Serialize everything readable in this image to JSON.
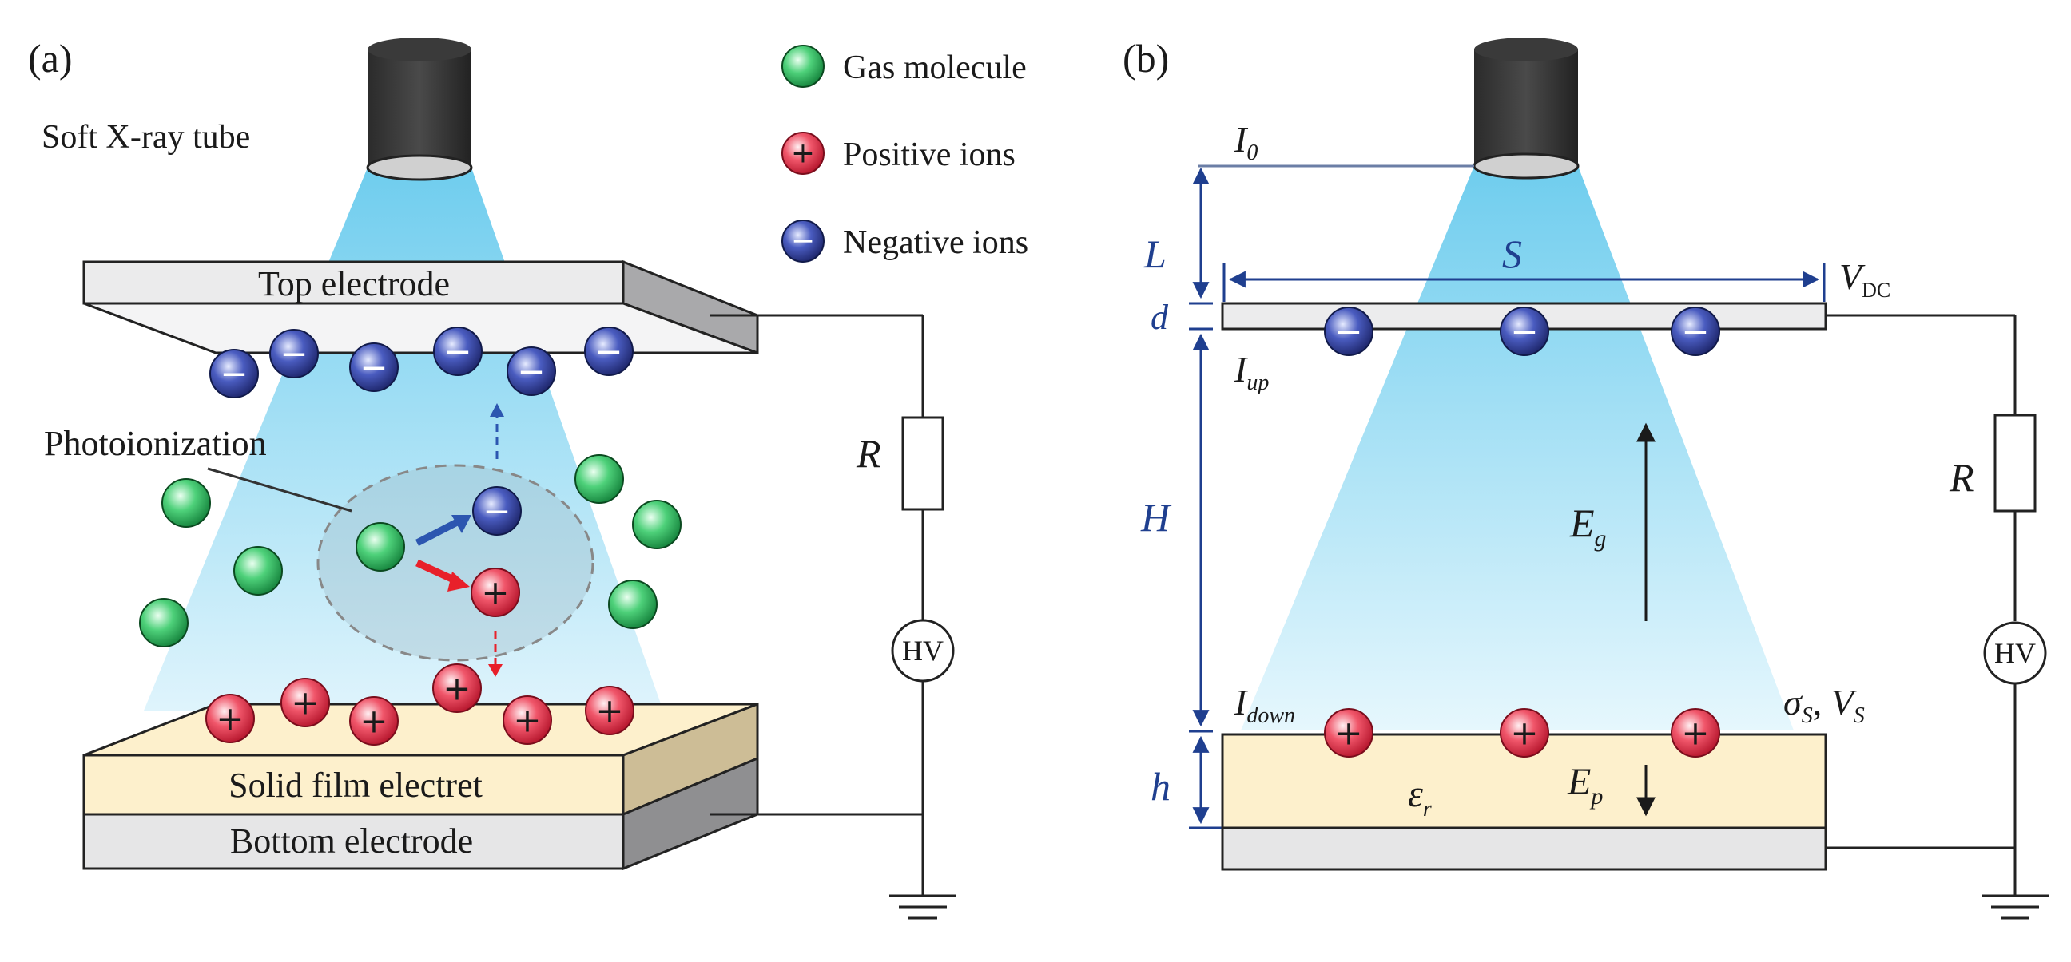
{
  "panel_a": {
    "label": "(a)",
    "tube_label": "Soft X-ray tube",
    "legend": [
      {
        "key": "gas",
        "label": "Gas molecule"
      },
      {
        "key": "pos",
        "label": "Positive ions"
      },
      {
        "key": "neg",
        "label": "Negative ions"
      }
    ],
    "top_electrode": "Top electrode",
    "electret": "Solid film electret",
    "bottom_electrode": "Bottom electrode",
    "photo": "Photoionization",
    "resistor": "R",
    "hv": "HV",
    "neg_sign": "−",
    "pos_sign": "+"
  },
  "panel_b": {
    "label": "(b)",
    "I0": "I",
    "I0_sub": "0",
    "L": "L",
    "S": "S",
    "d": "d",
    "VDC": "V",
    "VDC_sub": "DC",
    "Iup": "I",
    "Iup_sub": "up",
    "H": "H",
    "Eg": "E",
    "Eg_sub": "g",
    "Idown": "I",
    "Idown_sub": "down",
    "sigma": "σ",
    "sigma_sub": "S",
    "comma": ", ",
    "Vs": "V",
    "Vs_sub": "S",
    "h": "h",
    "eps": "ε",
    "eps_sub": "r",
    "Ep": "E",
    "Ep_sub": "p",
    "resistor": "R",
    "hv": "HV",
    "neg_sign": "−",
    "pos_sign": "+"
  },
  "colors": {
    "beam": "#7fd3f0",
    "gas": "#2fb55a",
    "positive": "#e23a4a",
    "negative": "#2e3a8c",
    "electret": "#fdf0cc",
    "electrode": "#e9e9ea",
    "dimension_blue": "#1f3f8f"
  }
}
